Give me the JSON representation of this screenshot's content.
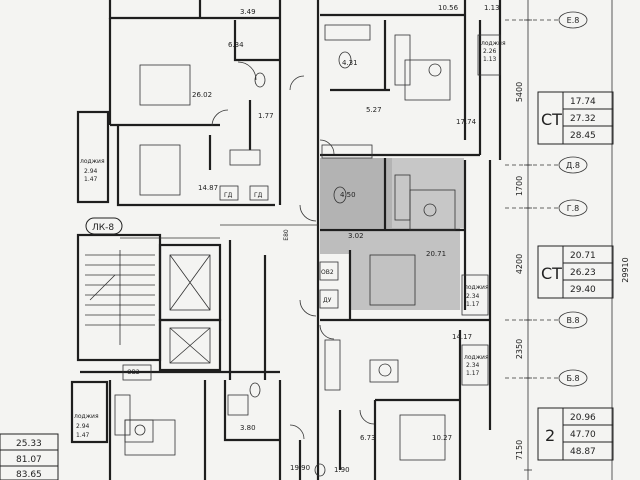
{
  "rooms": [
    {
      "id": "r1",
      "text": "3.49"
    },
    {
      "id": "r2",
      "text": "6.34"
    },
    {
      "id": "r3",
      "text": "26.02"
    },
    {
      "id": "r4",
      "text": "1.77"
    },
    {
      "id": "r5",
      "text": "14.87"
    },
    {
      "id": "r6",
      "text": "10.56"
    },
    {
      "id": "r7",
      "text": "1.13"
    },
    {
      "id": "r8",
      "text": "4.31"
    },
    {
      "id": "r9",
      "text": "5.27"
    },
    {
      "id": "r10",
      "text": "17.74"
    },
    {
      "id": "r11",
      "text": "4.50"
    },
    {
      "id": "r12",
      "text": "3.02"
    },
    {
      "id": "r13",
      "text": "20.71"
    },
    {
      "id": "r14",
      "text": "14.17"
    },
    {
      "id": "r15",
      "text": "3.80"
    },
    {
      "id": "r16",
      "text": "6.73"
    },
    {
      "id": "r17",
      "text": "10.27"
    },
    {
      "id": "r18",
      "text": "19.90"
    },
    {
      "id": "r19",
      "text": "1.90"
    },
    {
      "id": "r20",
      "text": "ЛК-8"
    },
    {
      "id": "r21",
      "text": "ГД"
    },
    {
      "id": "r22",
      "text": "ГД"
    },
    {
      "id": "r23",
      "text": "ОВ2"
    },
    {
      "id": "r24",
      "text": "ДУ"
    },
    {
      "id": "r25",
      "text": "ОВ2"
    },
    {
      "id": "r26",
      "text": "Е80"
    }
  ],
  "loggias": [
    {
      "id": "lg1",
      "title": "лоджия",
      "v1": "2.26",
      "v2": "1.13"
    },
    {
      "id": "lg2",
      "title": "лоджия",
      "v1": "2.94",
      "v2": "1.47"
    },
    {
      "id": "lg3",
      "title": "лоджия",
      "v1": "2.34",
      "v2": "1.17"
    },
    {
      "id": "lg4",
      "title": "лоджия",
      "v1": "2.34",
      "v2": "1.17"
    },
    {
      "id": "lg5",
      "title": "лоджия",
      "v1": "2.94",
      "v2": "1.47"
    }
  ],
  "dimensions": [
    "5400",
    "1700",
    "4200",
    "2350",
    "7150",
    "29910"
  ],
  "axes": [
    "Е.8",
    "Д.8",
    "Г.8",
    "В.8",
    "Б.8"
  ],
  "apartments": [
    {
      "id": "a1",
      "type": "СТ",
      "living": "17.74",
      "total": "27.32",
      "overall": "28.45"
    },
    {
      "id": "a2",
      "type": "СТ",
      "living": "20.71",
      "total": "26.23",
      "overall": "29.40"
    },
    {
      "id": "a3",
      "type": "2",
      "living": "20.96",
      "total": "47.70",
      "overall": "48.87"
    },
    {
      "id": "a4",
      "type": "",
      "living": "25.33",
      "total": "81.07",
      "overall": "83.65"
    }
  ]
}
